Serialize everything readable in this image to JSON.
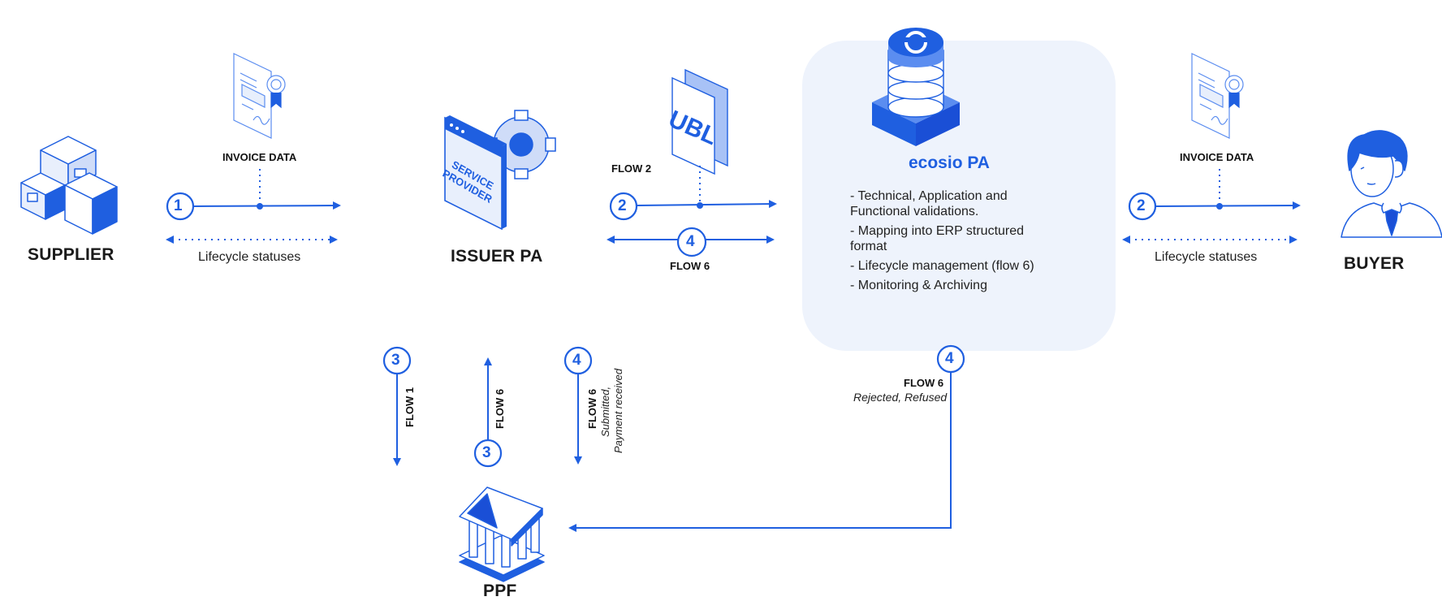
{
  "nodes": {
    "supplier": "SUPPLIER",
    "issuer": "ISSUER PA",
    "ecosio": "ecosio PA",
    "buyer": "BUYER",
    "ppf": "PPF"
  },
  "icons": {
    "service_provider_line1": "SERVICE",
    "service_provider_line2": "PROVIDER",
    "ubl": "UBL"
  },
  "left_flow": {
    "invoice_label": "INVOICE DATA",
    "step": "1",
    "lifecycle": "Lifecycle statuses"
  },
  "middle_flow": {
    "flow2_label": "FLOW 2",
    "step_a": "2",
    "step_b": "4",
    "flow6_label": "FLOW 6"
  },
  "right_flow": {
    "invoice_label": "INVOICE DATA",
    "step": "2",
    "lifecycle": "Lifecycle statuses"
  },
  "ecosio_features": [
    "-  Technical, Application and Functional validations.",
    "- Mapping into ERP structured format",
    "- Lifecycle management (flow 6)",
    "- Monitoring & Archiving"
  ],
  "ppf_flows": {
    "f1_step": "3",
    "f1_label": "FLOW 1",
    "f6a_step": "3",
    "f6a_label": "FLOW 6",
    "f6b_step": "4",
    "f6b_label": "FLOW 6",
    "f6b_sub1": "Submitted,",
    "f6b_sub2": "Payment received"
  },
  "ecosio_return": {
    "step": "4",
    "label": "FLOW 6",
    "sub": "Rejected, Refused"
  },
  "colors": {
    "accent": "#1f5fe0",
    "light_panel": "#eef3fc",
    "icon_fill": "#5b8df0",
    "icon_dark": "#1a4fd6"
  }
}
